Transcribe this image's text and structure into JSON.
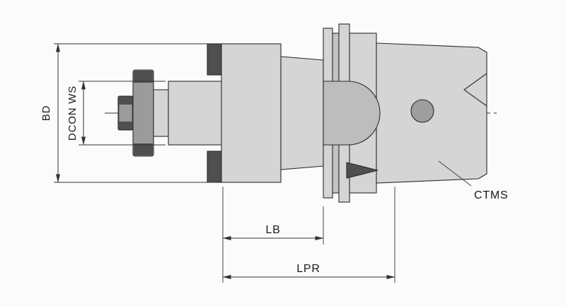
{
  "drawing": {
    "labels": {
      "bd": "BD",
      "dcon_ws": "DCON WS",
      "lb": "LB",
      "lpr": "LPR",
      "ctms": "CTMS"
    },
    "colors": {
      "background": "#fbfbfb",
      "part_light": "#d5d5d5",
      "part_mid": "#c3c3c3",
      "part_shaded": "#bdbdbd",
      "part_dark": "#4f4f4f",
      "nut_gray": "#9b9b9b",
      "hole_gray": "#9e9e9e",
      "line": "#2b2b2b",
      "dim_line": "#333333",
      "text": "#1a1a1a"
    }
  }
}
